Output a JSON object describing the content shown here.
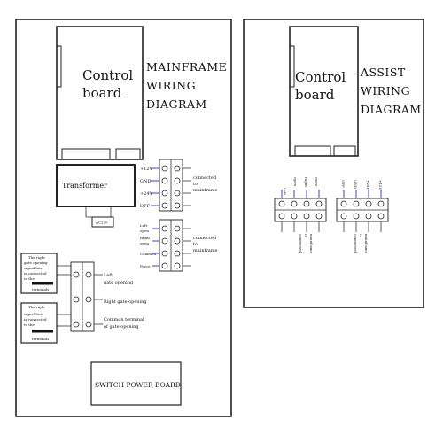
{
  "main": {
    "control_board_line1": "Control",
    "control_board_line2": "board",
    "title_line1": "MAINFRAME",
    "title_line2": "WIRING",
    "title_line3": "DIAGRAM",
    "transformer": "Transformer",
    "transformer_tag": "AC220",
    "upper_terminals": [
      "+12V",
      "GND",
      "+24V",
      "OFF"
    ],
    "upper_note": [
      "connected",
      "to",
      "mainframe"
    ],
    "lower_terminals": [
      "Left",
      "open",
      "Right",
      "open",
      "Common",
      "Force"
    ],
    "lower_note": [
      "connected",
      "to",
      "mainframe"
    ],
    "signal_box_1": [
      "The right",
      "gate opening",
      "signal line",
      "is connected",
      "to the",
      "terminals"
    ],
    "signal_box_2": [
      "The right",
      "signal line",
      "is connected",
      "to the",
      "terminals"
    ],
    "relay_labels": [
      "Left",
      "gate opening",
      "Right gate opening",
      "Common terminal",
      "of gate opening"
    ],
    "switch_power_board": "SWITCH POWER BOARD"
  },
  "assist": {
    "control_board_line1": "Control",
    "control_board_line2": "board",
    "title_line1": "ASSIST",
    "title_line2": "WIRING",
    "title_line3": "DIAGRAM",
    "left_terminals": [
      "Left",
      "open",
      "Right",
      "open"
    ],
    "left_note": [
      "connected",
      "to",
      "mainframe"
    ],
    "right_terminals": [
      "OFF",
      "GND",
      "+24V",
      "+12V"
    ],
    "right_note": [
      "connected",
      "to",
      "mainframe"
    ]
  }
}
